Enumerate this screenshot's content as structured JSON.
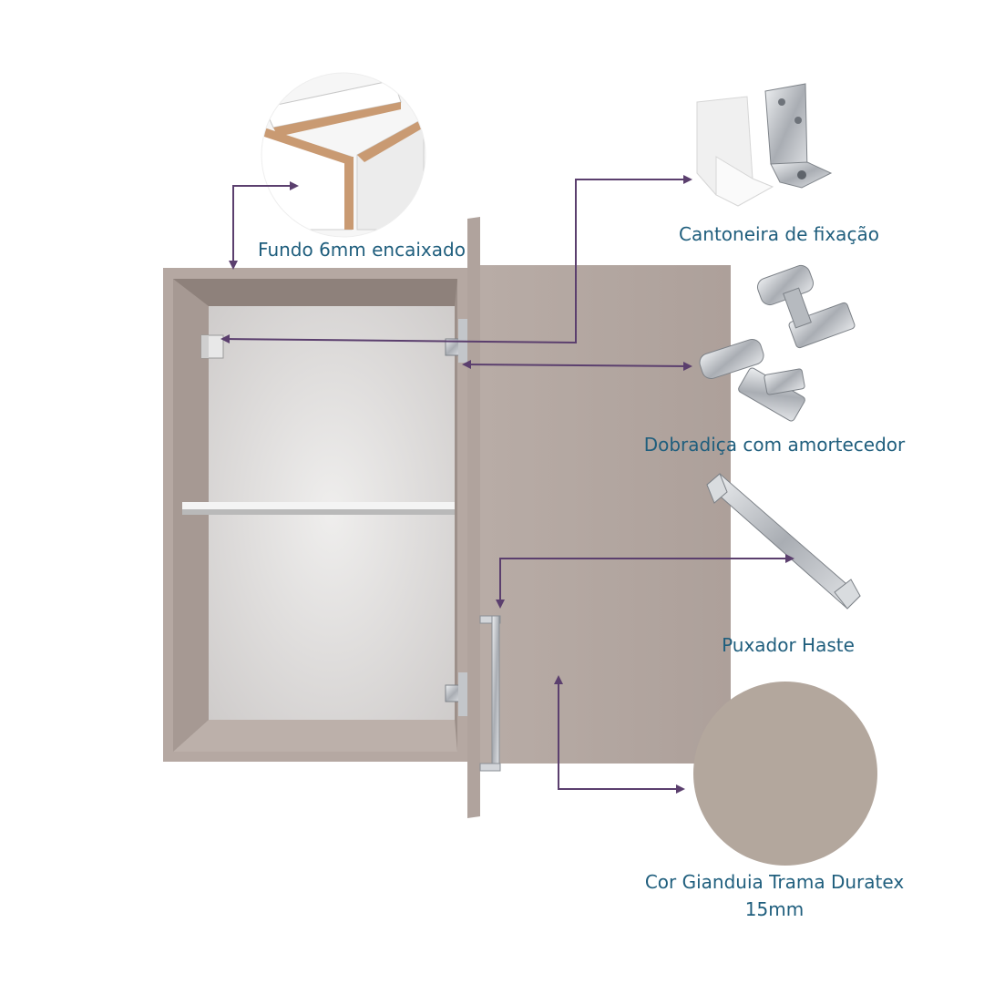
{
  "callouts": {
    "fundo": "Fundo 6mm encaixado",
    "cantoneira": "Cantoneira de fixação",
    "dobradica": "Dobradiça com amortecedor",
    "puxador": "Puxador Haste",
    "cor_line1": "Cor Gianduia Trama Duratex",
    "cor_line2": "15mm"
  },
  "colors": {
    "cabinet": "#b2a59f",
    "cabinet_dark": "#9a8d87",
    "interior": "#d9d7d6",
    "leader_line": "#5b3f6e",
    "label_text": "#1f5e7d",
    "swatch": "#b3a79d",
    "metal": "#c9ccd0"
  }
}
